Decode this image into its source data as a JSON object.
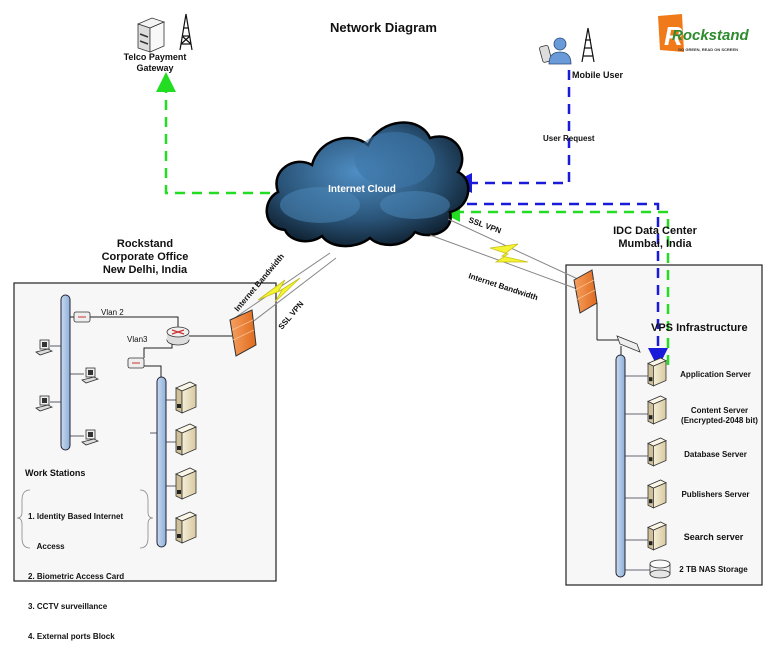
{
  "title": "Network Diagram",
  "logo": {
    "brand": "Rockstand",
    "tagline": "GO GREEN, READ ON SCREEN",
    "accent": "#f07a1a",
    "text_color": "#2e8b2e"
  },
  "telco": {
    "label_line1": "Telco Payment",
    "label_line2": "Gateway"
  },
  "mobile_user": {
    "label": "Mobile User"
  },
  "user_request": {
    "label": "User Request"
  },
  "cloud": {
    "label": "Internet Cloud"
  },
  "links": {
    "left_bandwidth": "Internet Bandwidth",
    "left_vpn": "SSL VPN",
    "right_vpn": "SSL VPN",
    "right_bandwidth": "Internet Bandwidth"
  },
  "corporate_office": {
    "title_line1": "Rockstand",
    "title_line2": "Corporate Office",
    "title_line3": "New Delhi, India",
    "vlan2": "Vlan 2",
    "vlan3": "Vlan3",
    "workstations_label": "Work Stations",
    "policies": [
      "1. Identity Based Internet",
      "    Access",
      "2. Biometric Access Card",
      "3. CCTV surveillance",
      "4. External ports Block"
    ]
  },
  "data_center": {
    "title_line1": "IDC Data Center",
    "title_line2": "Mumbai, India",
    "vps_label": "VPS Infrastructure",
    "servers": [
      {
        "label": "Application Server",
        "sub": ""
      },
      {
        "label": "Content Server",
        "sub": "(Encrypted-2048 bit)"
      },
      {
        "label": "Database Server",
        "sub": ""
      },
      {
        "label": "Publishers Server",
        "sub": ""
      },
      {
        "label": "Search server",
        "sub": ""
      },
      {
        "label": "2 TB NAS Storage",
        "sub": ""
      }
    ]
  },
  "colors": {
    "green_flow": "#22dd22",
    "blue_flow": "#1a1adb",
    "bus": "#a8c4e4",
    "firewall": "#f08a3a",
    "lightning": "#f4f430"
  }
}
